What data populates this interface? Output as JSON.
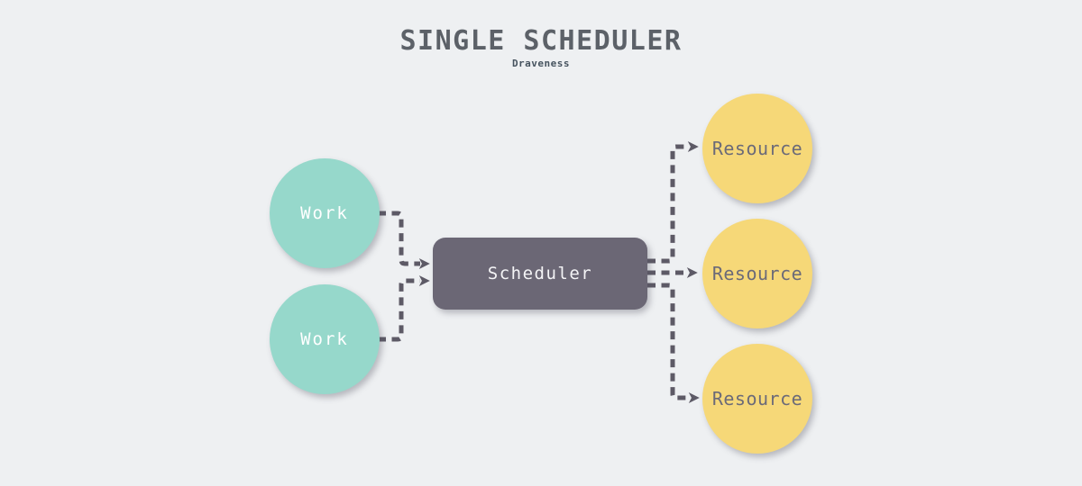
{
  "title": "SINGLE SCHEDULER",
  "subtitle": "Draveness",
  "nodes": {
    "work1": {
      "label": "Work"
    },
    "work2": {
      "label": "Work"
    },
    "scheduler": {
      "label": "Scheduler"
    },
    "resource1": {
      "label": "Resource"
    },
    "resource2": {
      "label": "Resource"
    },
    "resource3": {
      "label": "Resource"
    }
  },
  "edges": [
    {
      "from": "work1",
      "to": "scheduler"
    },
    {
      "from": "work2",
      "to": "scheduler"
    },
    {
      "from": "scheduler",
      "to": "resource1"
    },
    {
      "from": "scheduler",
      "to": "resource2"
    },
    {
      "from": "scheduler",
      "to": "resource3"
    }
  ],
  "colors": {
    "background": "#eef0f2",
    "work-fill": "#96d8cb",
    "resource-fill": "#f6d878",
    "scheduler-fill": "#6b6775",
    "work-text": "#ffffff",
    "resource-text": "#6b6a78",
    "scheduler-text": "#f4f4f6",
    "arrow": "#5d5a66",
    "title-text": "#5c6168",
    "subtitle-text": "#46535f"
  }
}
